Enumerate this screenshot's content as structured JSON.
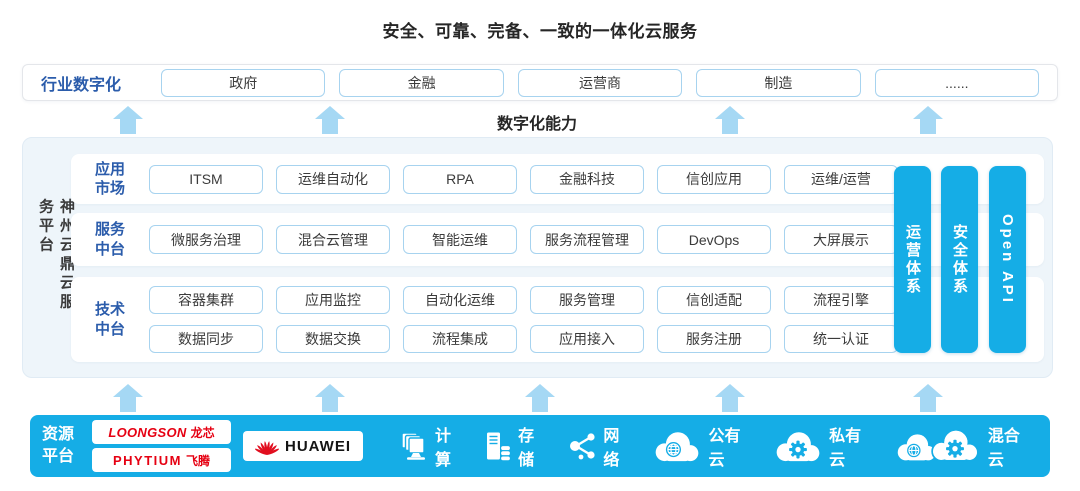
{
  "title": "安全、可靠、完备、一致的一体化云服务",
  "capability_label": "数字化能力",
  "industry": {
    "label": "行业数字化",
    "items": [
      "政府",
      "金融",
      "运营商",
      "制造",
      "......"
    ]
  },
  "platform": {
    "vertical_title": "神州云鼎云服务平台",
    "app_market": {
      "label": "应用市场",
      "items": [
        "ITSM",
        "运维自动化",
        "RPA",
        "金融科技",
        "信创应用",
        "运维/运营"
      ]
    },
    "service_platform": {
      "label": "服务中台",
      "items": [
        "微服务治理",
        "混合云管理",
        "智能运维",
        "服务流程管理",
        "DevOps",
        "大屏展示"
      ]
    },
    "tech_platform": {
      "label": "技术中台",
      "items_top": [
        "容器集群",
        "应用监控",
        "自动化运维",
        "服务管理",
        "信创适配",
        "流程引擎"
      ],
      "items_bottom": [
        "数据同步",
        "数据交换",
        "流程集成",
        "应用接入",
        "服务注册",
        "统一认证"
      ]
    },
    "side_bars": [
      "运营体系",
      "安全体系",
      "Open API"
    ]
  },
  "resources": {
    "label": "资源平台",
    "vendors": {
      "loongson_en": "LOONGSON",
      "loongson_cn": "龙芯",
      "phytium_en": "PHYTIUM",
      "phytium_cn": "飞腾",
      "huawei": "HUAWEI"
    },
    "items": [
      {
        "icon": "compute-icon",
        "label": "计算"
      },
      {
        "icon": "storage-icon",
        "label": "存储"
      },
      {
        "icon": "network-icon",
        "label": "网络"
      },
      {
        "icon": "public-cloud-icon",
        "label": "公有云"
      },
      {
        "icon": "private-cloud-icon",
        "label": "私有云"
      },
      {
        "icon": "hybrid-cloud-icon",
        "label": "混合云"
      }
    ]
  },
  "colors": {
    "accent_blue": "#15ade6",
    "arrow_blue": "#a5d8f4",
    "label_blue": "#2b5cab",
    "box_border_blue": "#a7d3ef",
    "brand_red": "#e60012"
  }
}
